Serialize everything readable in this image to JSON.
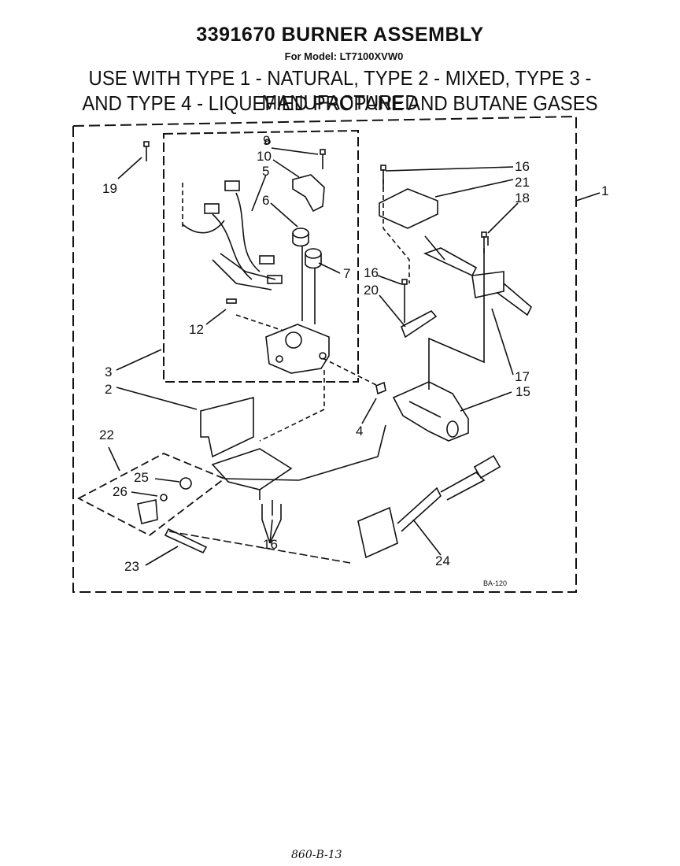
{
  "header": {
    "title": "3391670 BURNER ASSEMBLY",
    "model": "For Model: LT7100XVW0",
    "use_line1": "USE WITH TYPE 1 - NATURAL, TYPE 2 - MIXED, TYPE 3 - MANUFACTURED",
    "use_line2": "AND TYPE 4 - LIQUEFIED PROPANE AND BUTANE GASES"
  },
  "callouts": {
    "c1": "1",
    "c2": "2",
    "c3": "3",
    "c4": "4",
    "c5": "5",
    "c6": "6",
    "c7": "7",
    "c9": "9",
    "c10": "10",
    "c12": "12",
    "c15": "15",
    "c16a": "16",
    "c16b": "16",
    "c16c": "16",
    "c17": "17",
    "c18": "18",
    "c19": "19",
    "c20": "20",
    "c21": "21",
    "c22": "22",
    "c23": "23",
    "c24": "24",
    "c25": "25",
    "c26": "26"
  },
  "ref_code": "BA-120",
  "handwritten_note": "860-B-13"
}
